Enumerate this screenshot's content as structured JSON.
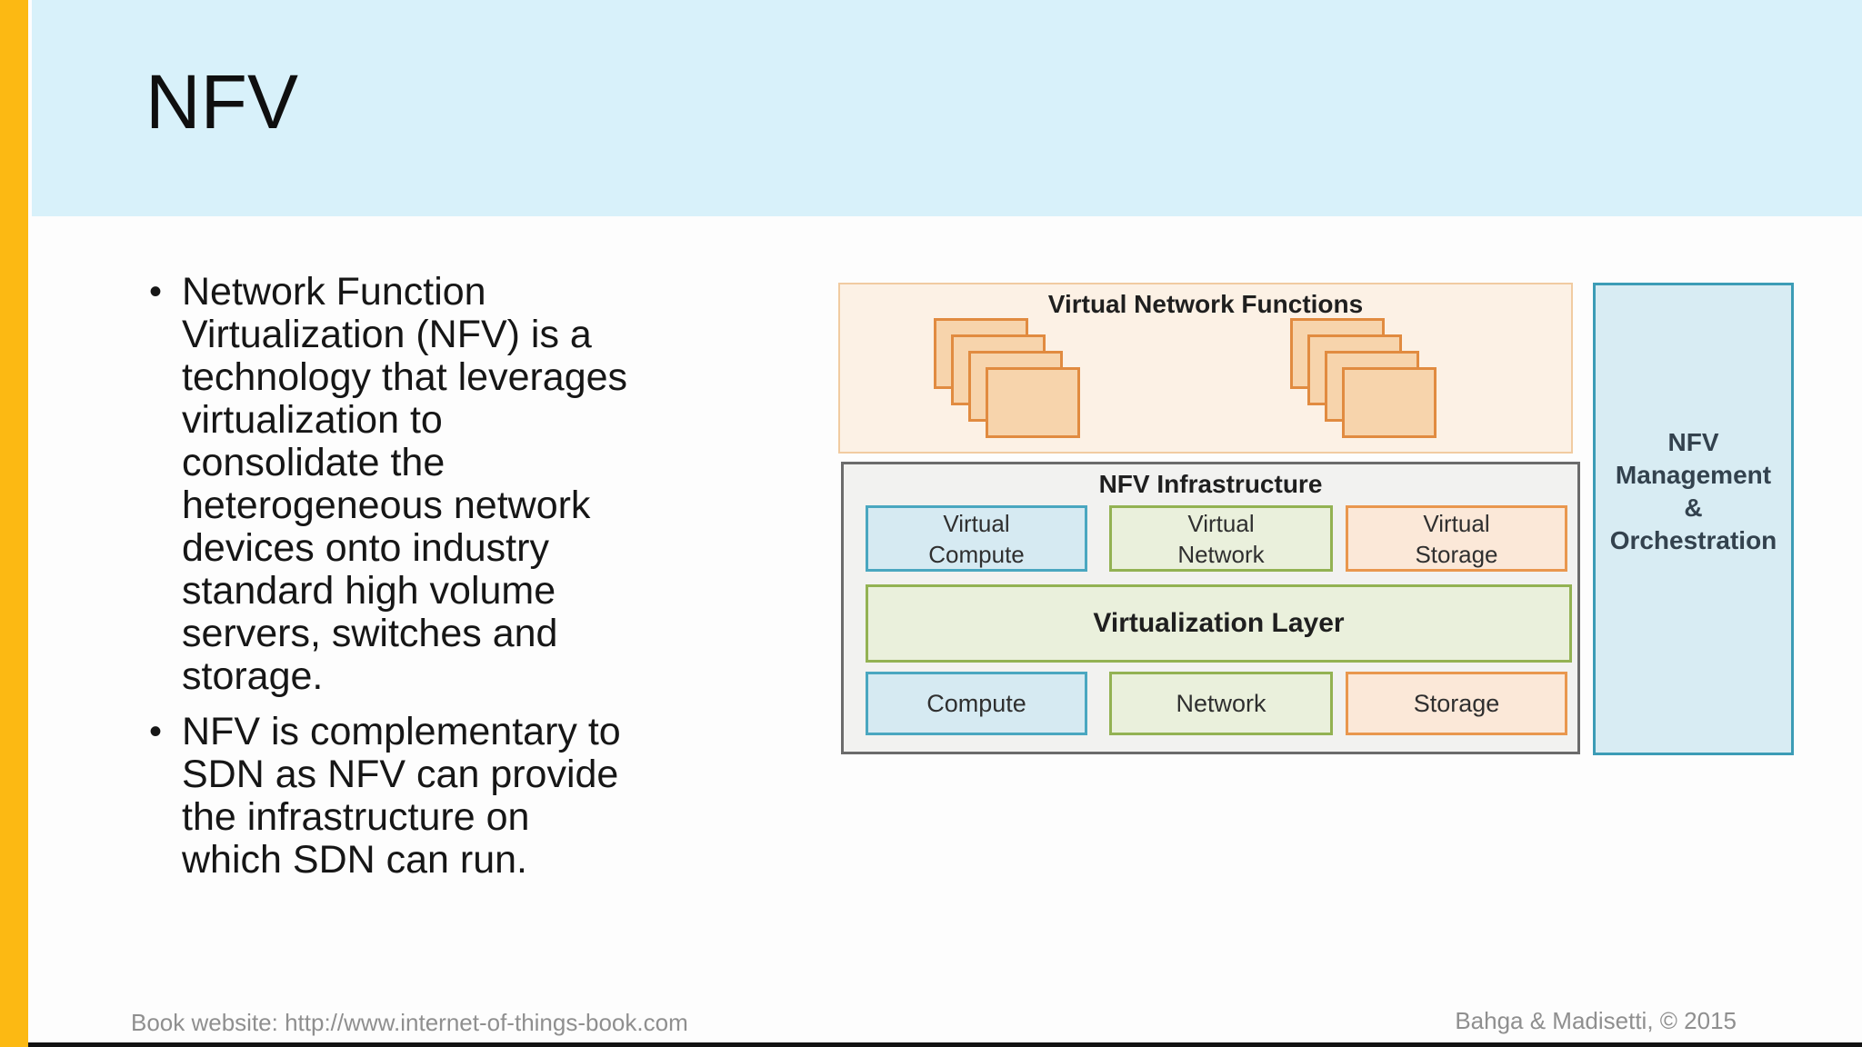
{
  "slide": {
    "title": "NFV",
    "bullets": [
      "Network Function Virtualization (NFV) is a technology that leverages virtualization to consolidate the heterogeneous network devices onto industry standard high volume servers, switches and storage.",
      "NFV is complementary to SDN as NFV can provide the infrastructure on which SDN can run."
    ],
    "footer": {
      "left": "Book website: http://www.internet-of-things-book.com",
      "right": "Bahga & Madisetti, © 2015"
    }
  },
  "diagram": {
    "vnf": {
      "title": "Virtual Network Functions",
      "card_stacks": 2,
      "cards_per_stack": 4
    },
    "infrastructure": {
      "title": "NFV Infrastructure",
      "row1": [
        {
          "label": "Virtual Compute",
          "color": "blue"
        },
        {
          "label": "Virtual Network",
          "color": "green"
        },
        {
          "label": "Virtual Storage",
          "color": "orange"
        }
      ],
      "virtualization_layer": "Virtualization Layer",
      "row2": [
        {
          "label": "Compute",
          "color": "blue"
        },
        {
          "label": "Network",
          "color": "green"
        },
        {
          "label": "Storage",
          "color": "orange"
        }
      ]
    },
    "management": {
      "lines": [
        "NFV",
        "Management",
        "&",
        "Orchestration"
      ]
    }
  },
  "colors": {
    "accent_bar": "#FCB913",
    "header_bg": "#D8F1FA",
    "blue_fill": "#D6EAF2",
    "blue_border": "#4AA7C0",
    "green_fill": "#EAF0DC",
    "green_border": "#93B253",
    "orange_fill": "#FBE8D8",
    "orange_border": "#E9974E",
    "card_fill": "#F7D4AC",
    "card_border": "#E18B40",
    "vnf_bg": "#FCF1E5",
    "vnf_border": "#F1CBA1",
    "infra_bg": "#F2F2F0",
    "infra_border": "#6B6B6B",
    "mgmt_fill": "#D8ECF3",
    "mgmt_border": "#3C9CB6",
    "footer_text": "#8F8F8F"
  }
}
